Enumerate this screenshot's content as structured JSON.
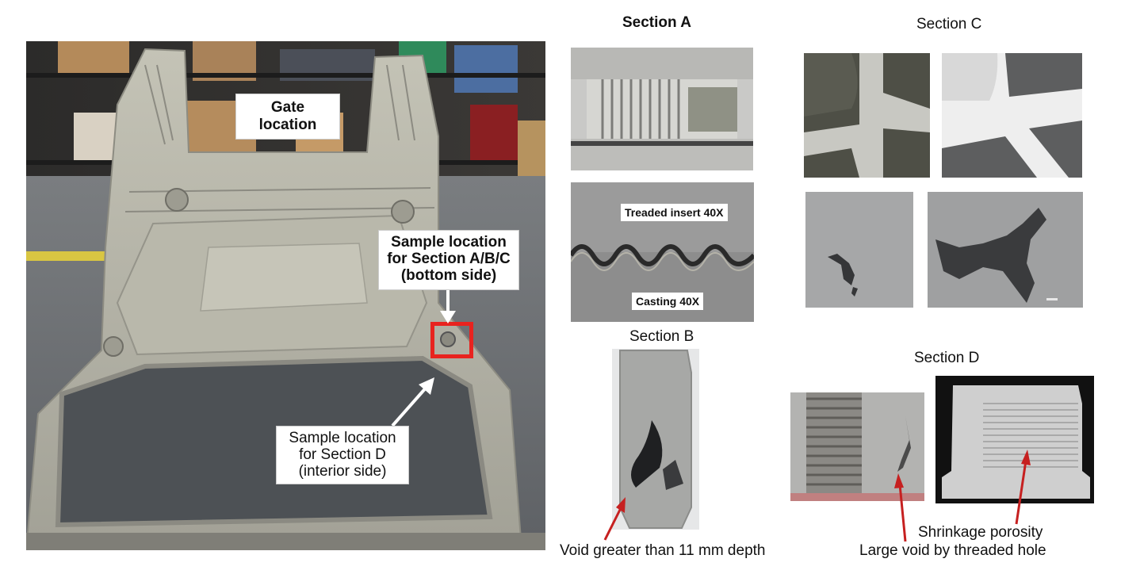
{
  "main_photo": {
    "gate_label": [
      "Gate",
      "location"
    ],
    "sample_abc_label": [
      "Sample location",
      "for Section A/B/C",
      "(bottom side)"
    ],
    "sample_d_label": [
      "Sample location",
      "for Section D",
      "(interior side)"
    ]
  },
  "section_a": {
    "title": "Section A",
    "insert_label": "Treaded insert 40X",
    "casting_label": "Casting 40X"
  },
  "section_b": {
    "title": "Section B",
    "caption": "Void greater than 11 mm depth"
  },
  "section_c": {
    "title": "Section C"
  },
  "section_d": {
    "title": "Section D",
    "caption_line1": "Shrinkage porosity",
    "caption_line2": "Large void by threaded hole"
  },
  "colors": {
    "highlight_box": "#e8231f",
    "arrow_red": "#c62020",
    "arrow_white": "#ffffff",
    "floor_gray": "#6e7175",
    "casting_gray": "#b3b2a5",
    "metal_gray": "#a9aaa8"
  }
}
